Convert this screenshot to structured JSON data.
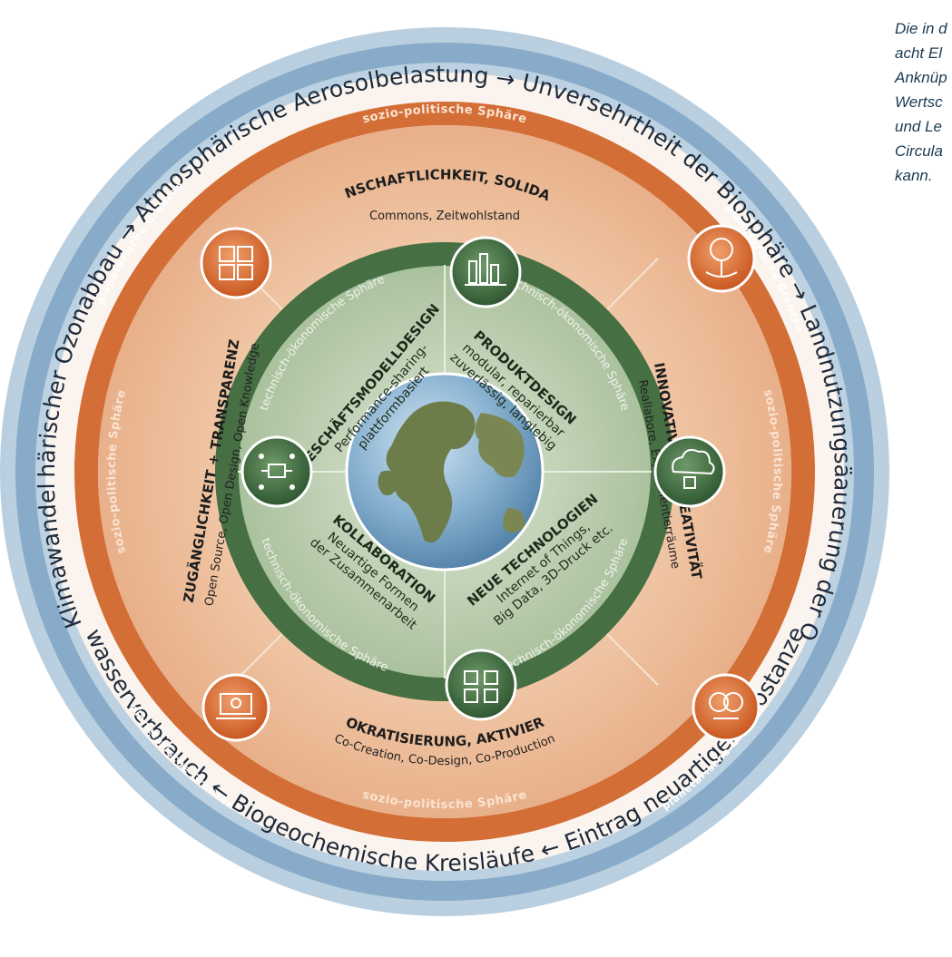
{
  "side_text": {
    "lines": [
      "Die in d",
      "acht El",
      "Anknüp",
      "Wertsc",
      "und Le",
      "Circula",
      "kann."
    ]
  },
  "rings": {
    "planetary_label": "planetarische Grenzen",
    "socio_label": "sozio-politische Sphäre",
    "tech_label": "technisch-ökonomische Sphäre"
  },
  "planetary_boundaries": {
    "top_text": "Stratosphärischer Ozonabbau → Atmosphärische Aerosolbelastung → Unversehrtheit der Biosphäre → Landnutzungsänderung",
    "right_text": "→ Versauerung der Ozeane",
    "bottom_text": "Süßwasserverbrauch ← Biogeochemische Kreisläufe ← Eintrag neuartiger Substanzen ←",
    "left_text": "Klimawandel ← Stratosphärischer",
    "left_short": "Klimawandel",
    "left_arrow": "←"
  },
  "socio_segments": {
    "top": {
      "title": "GEMEINSCHAFTLICHKEIT, SOLIDARITÄT",
      "sub": "Commons, Zeitwohlstand"
    },
    "right": {
      "title": "INNOVATIVITÄT, KREATIVITÄT",
      "sub": "Reallabore, Experimentierräume"
    },
    "bottom": {
      "title": "DEMOKRATISIERUNG, AKTIVIERUNG",
      "sub": "Co-Creation, Co-Design, Co-Production"
    },
    "left": {
      "title": "ZUGÄNGLICHKEIT + TRANSPARENZ",
      "sub": "Open Source, Open Design, Open Knowledge"
    }
  },
  "tech_segments": {
    "top_left": {
      "title": "GESCHÄFTSMODELLDESIGN",
      "sub1": "Performance-sharing-",
      "sub2": "plattformbasiert"
    },
    "top_right": {
      "title": "PRODUKTDESIGN",
      "sub1": "modular, reparierbar",
      "sub2": "zuverlässig, langlebig"
    },
    "bottom_left": {
      "title": "KOLLABORATION",
      "sub1": "Neuartige Formen",
      "sub2": "der Zusammenarbeit"
    },
    "bottom_right": {
      "title": "NEUE TECHNOLOGIEN",
      "sub1": "Internet of Things,",
      "sub2": "Big Data, 3D-Druck etc."
    }
  },
  "colors": {
    "planet_ring": "#8fb3cf",
    "socio_ring": "#d9753f",
    "socio_fill": "#e9b58f",
    "tech_ring": "#4f7a4d",
    "tech_fill": "#a9c19e",
    "globe_ocean": "#7fa9c9",
    "globe_land": "#6d7d4a"
  },
  "icons": {
    "socio": [
      "puzzle-icon",
      "tree-hands-icon",
      "lightbulbs-icon",
      "laptop-idea-icon"
    ],
    "tech": [
      "city-buildings-icon",
      "cloud-chip-icon",
      "people-network-icon",
      "flowchart-icon"
    ]
  }
}
